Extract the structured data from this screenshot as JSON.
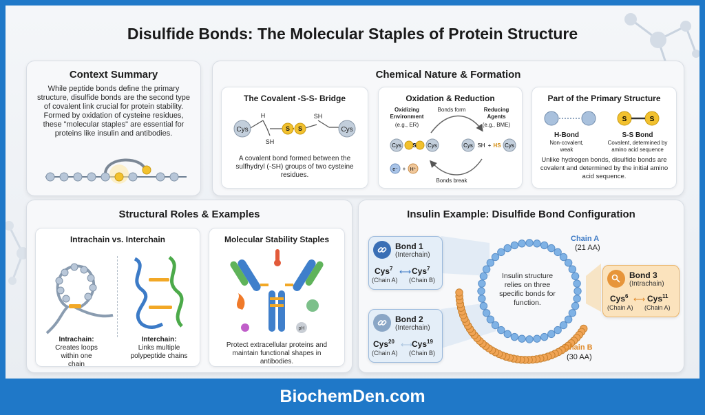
{
  "title": "Disulfide Bonds: The Molecular Staples of Protein Structure",
  "context": {
    "heading": "Context Summary",
    "body": "While peptide bonds define the primary structure, disulfide bonds are the second type of covalent link crucial for protein stability. Formed by oxidation of cysteine residues, these \"molecular staples\" are essential for proteins like insulin and antibodies."
  },
  "chemical": {
    "heading": "Chemical Nature & Formation",
    "bridge": {
      "heading": "The Covalent -S-S- Bridge",
      "cys_left": "Cys",
      "cys_right": "Cys",
      "h_label": "H",
      "sh_left": "SH",
      "sh_right": "SH",
      "s1": "S",
      "s2": "S",
      "body": "A covalent bond formed between the sulfhydryl (-SH) groups of two cysteine residues."
    },
    "redox": {
      "heading": "Oxidation & Reduction",
      "oxidizing": "Oxidizing Environment",
      "oxidizing_eg": "(e.g., ER)",
      "reducing": "Reducing Agents",
      "reducing_eg": "(e.g., BME)",
      "bonds_form": "Bonds form",
      "bonds_break": "Bonds break",
      "left_cys1": "Cys",
      "left_s": "S",
      "left_cys2": "Cys",
      "right_cys1": "Cys",
      "right_sh": "SH",
      "right_plus": "+",
      "right_hs": "HS",
      "right_cys2": "Cys",
      "electron": "e⁻",
      "plus": "+",
      "proton": "H⁺"
    },
    "primary": {
      "heading": "Part of the Primary Structure",
      "hbond_label": "H-Bond",
      "hbond_desc": "Non-covalent, weak",
      "ssbond_label": "S-S Bond",
      "ssbond_desc": "Covalent, determined by amino acid sequence",
      "s": "S",
      "body": "Unlike hydrogen bonds, disulfide bonds are covalent and determined by the initial amino acid sequence."
    }
  },
  "structural": {
    "heading": "Structural Roles & Examples",
    "intra_inter": {
      "heading": "Intrachain vs. Interchain",
      "intra_label": "Intrachain:",
      "intra_desc": "Creates loops within one chain",
      "inter_label": "Interchain:",
      "inter_desc": "Links multiple polypeptide chains"
    },
    "stability": {
      "heading": "Molecular Stability Staples",
      "ph": "pH",
      "body": "Protect extracellular proteins and maintain functional shapes in antibodies."
    }
  },
  "insulin": {
    "heading": "Insulin Example: Disulfide Bond Configuration",
    "chain_a": "Chain A",
    "chain_a_len": "(21 AA)",
    "chain_b": "Chain B",
    "chain_b_len": "(30 AA)",
    "center_text": "Insulin structure relies on three specific bonds for function.",
    "bond1": {
      "title": "Bond 1",
      "type": "(Interchain)",
      "left": "Cys",
      "left_sup": "7",
      "right": "Cys",
      "right_sup": "7",
      "left_chain": "(Chain A)",
      "right_chain": "(Chain B)"
    },
    "bond2": {
      "title": "Bond 2",
      "type": "(Interchain)",
      "left": "Cys",
      "left_sup": "20",
      "right": "Cys",
      "right_sup": "19",
      "left_chain": "(Chain A)",
      "right_chain": "(Chain B)"
    },
    "bond3": {
      "title": "Bond 3",
      "type": "(Intrachain)",
      "left": "Cys",
      "left_sup": "6",
      "right": "Cys",
      "right_sup": "11",
      "left_chain": "(Chain A)",
      "right_chain": "(Chain A)"
    }
  },
  "footer": "BiochemDen.com",
  "colors": {
    "footer_bg": "#1f78c8",
    "sulfur": "#f2c12e",
    "chain_a": "#7fb2e5",
    "chain_b": "#f0a455",
    "bond3_bg": "#fbe3bd",
    "bond_box_bg": "#e4eef8"
  }
}
